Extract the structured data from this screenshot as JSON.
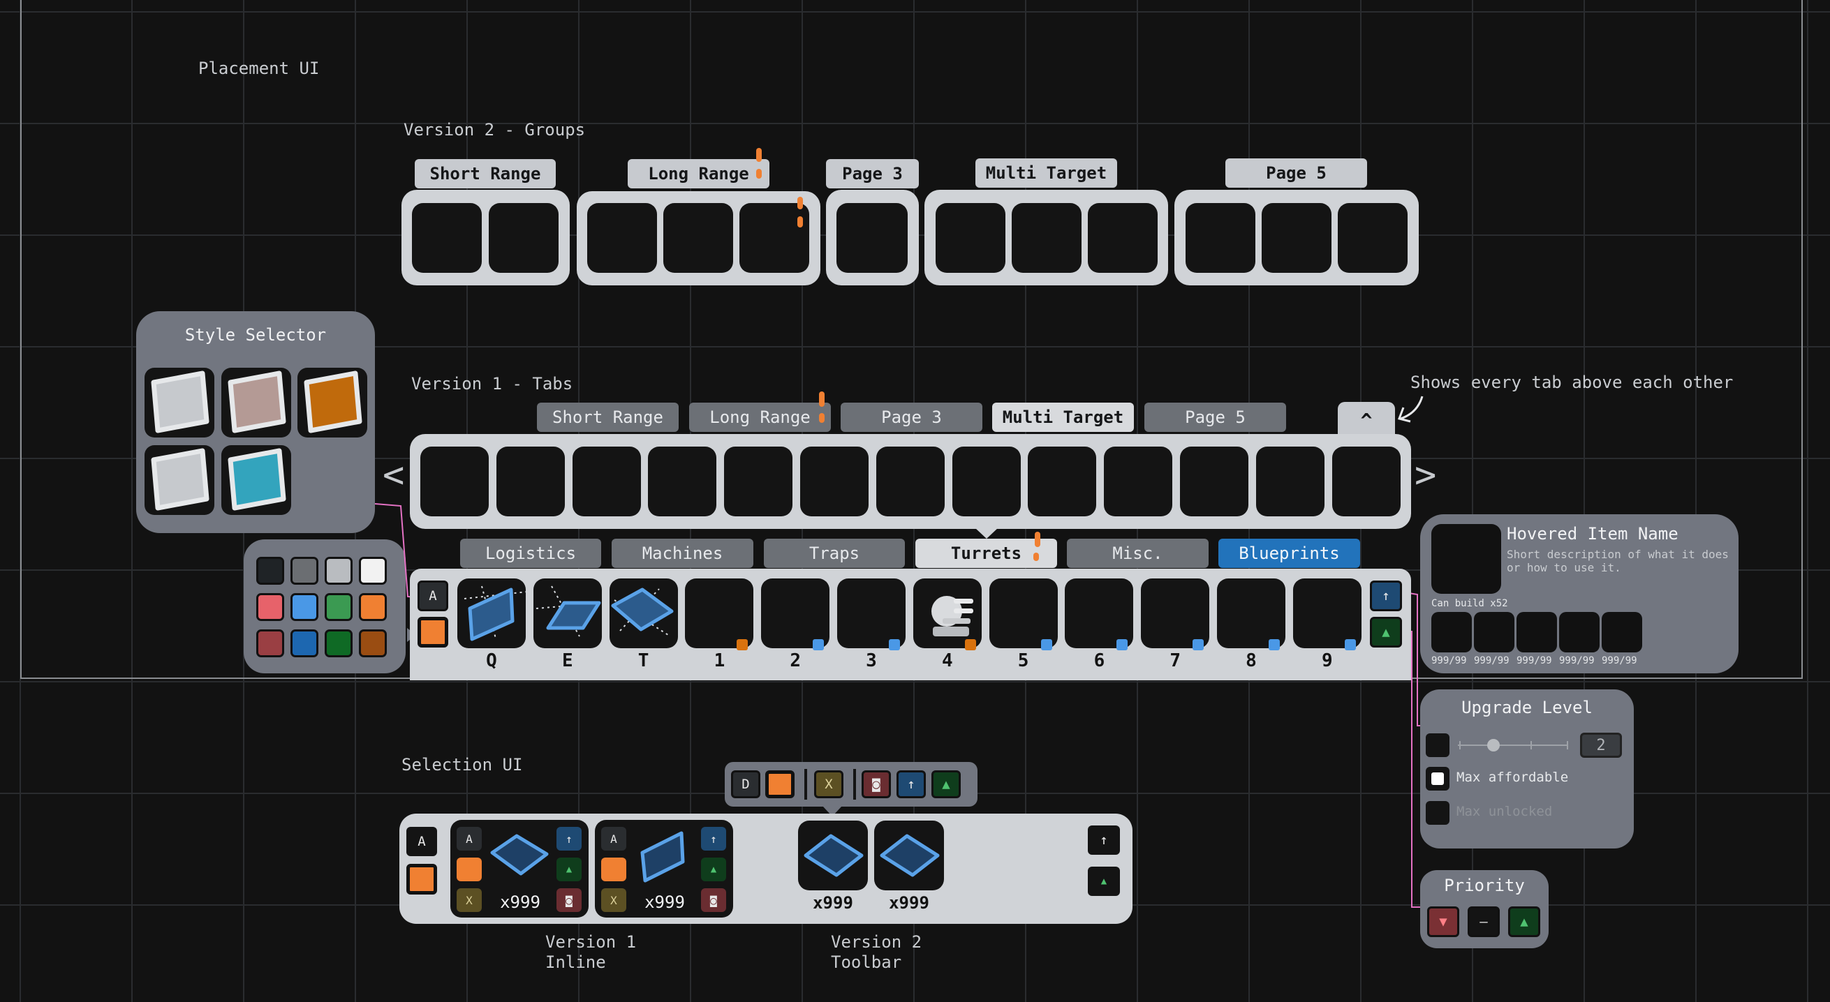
{
  "labels": {
    "placement": "Placement UI",
    "v2": "Version 2 - Groups",
    "v1": "Version 1 - Tabs",
    "note": "Shows every tab above each other",
    "selection": "Selection UI",
    "inline": "Version 1\nInline",
    "toolbar": "Version 2\nToolbar"
  },
  "v2_groups": [
    "Short Range",
    "Long Range",
    "Page 3",
    "Multi Target",
    "Page 5"
  ],
  "v1_tabs": [
    "Short Range",
    "Long Range",
    "Page 3",
    "Multi Target",
    "Page 5"
  ],
  "expand_label": "^",
  "nav": {
    "left": "<",
    "right": ">"
  },
  "categories": [
    "Logistics",
    "Machines",
    "Traps",
    "Turrets",
    "Misc.",
    "Blueprints"
  ],
  "hotbar": {
    "a_label": "A",
    "keys": [
      "Q",
      "E",
      "T",
      "1",
      "2",
      "3",
      "4",
      "5",
      "6",
      "7",
      "8",
      "9"
    ],
    "up": "↑",
    "arrow": "▲"
  },
  "style_selector": {
    "title": "Style Selector"
  },
  "swatch_colors": [
    "#1f2326",
    "#6b6e72",
    "#b9bcc0",
    "#f2f2f2",
    "#e7626a",
    "#4a98e6",
    "#3b9a52",
    "#f08032",
    "#9a3f43",
    "#1d67b0",
    "#0f6a25",
    "#9a4d12"
  ],
  "hover": {
    "title": "Hovered Item Name",
    "desc": "Short description of what it does or how to use it.",
    "can_build": "Can build x52",
    "costs": [
      "999/99",
      "999/99",
      "999/99",
      "999/99",
      "999/99"
    ]
  },
  "upgrade": {
    "title": "Upgrade Level",
    "value": "2",
    "max_affordable": "Max affordable",
    "max_unlocked": "Max unlocked"
  },
  "priority": {
    "title": "Priority",
    "down": "▼",
    "mid": "–",
    "up": "▲"
  },
  "selection": {
    "a": "A",
    "x": "X",
    "d": "D",
    "counts": [
      "x999",
      "x999",
      "x999",
      "x999"
    ],
    "up": "↑",
    "arrow": "▲",
    "cancel": "◙"
  }
}
